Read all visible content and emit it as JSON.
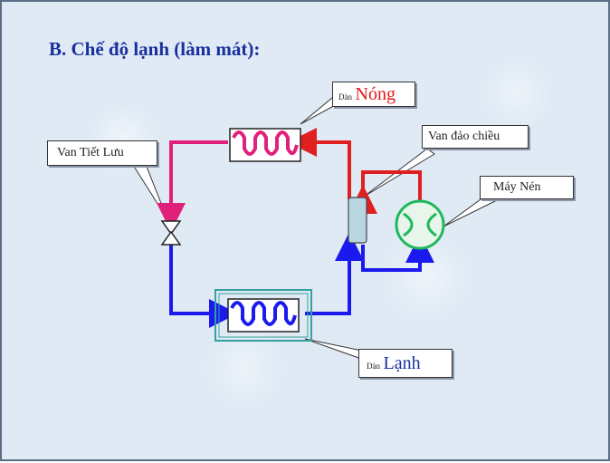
{
  "title": "B. Chế độ lạnh (làm mát):",
  "labels": {
    "dan_nong_prefix": "Dàn",
    "dan_nong_main": "Nóng",
    "van_dao_chieu": "Van đảo chiều",
    "may_nen": "Máy Nén",
    "van_tiet_luu": "Van Tiết Lưu",
    "dan_lanh_prefix": "Dàn",
    "dan_lanh_main": "Lạnh"
  },
  "colors": {
    "hot_line": "#e02020",
    "warm_line": "#e0207a",
    "cold_line": "#1a1aee",
    "coil_red": "#e0207a",
    "coil_blue": "#1a1aee",
    "compressor": "#1fb85a",
    "background": "#dfeaf5"
  }
}
